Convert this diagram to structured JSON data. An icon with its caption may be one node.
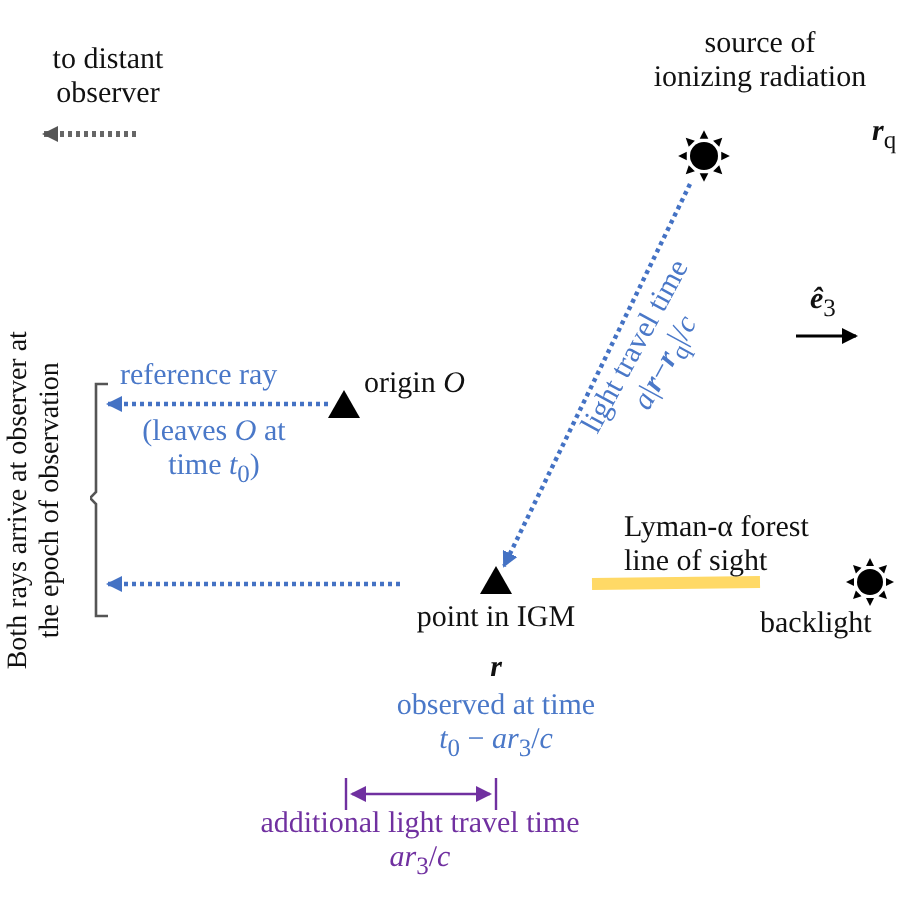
{
  "diagram": {
    "nodes": [
      {
        "text": [
          "source of ionizing radiation"
        ],
        "beside": [
          "**r**$_{q}$"
        ]
      },
      {
        "text": [
          "origin *O*"
        ]
      },
      {
        "text": [
          "point in IGM"
        ],
        "beside": [
          "**r**",
          "observed at time *t*$_{0}$ − *ar*$_{3}$/*c*"
        ]
      },
      {
        "text": [
          "backlight"
        ]
      },
      {
        "text": [
          "Both rays arrive at observer at the epoch of observation"
        ]
      }
    ],
    "edges": [
      {
        "from": 0,
        "to": 2,
        "arrow": "to",
        "label": "light travel time *a*|**r**−**r**$_{q}$|/*c*",
        "style": "dashed",
        "color": "#4472c4"
      },
      {
        "from": 1,
        "to": 4,
        "arrow": "to",
        "label": "reference ray",
        "style": "dashed",
        "color": "#4472c4"
      },
      {
        "from": 2,
        "to": 4,
        "arrow": "to",
        "style": "dashed",
        "color": "#4472c4"
      },
      {
        "from": 2,
        "to": 3,
        "arrow": "none",
        "label": "Lyman-α forest line of sight",
        "style": "thick",
        "color": "#ffd966"
      }
    ],
    "labels": [
      "to distant observer",
      "**ê**$_{3}$",
      "(leaves *O* at time *t*$_{0}$)",
      "additional light travel time *ar*$_{3}$/*c*"
    ]
  }
}
